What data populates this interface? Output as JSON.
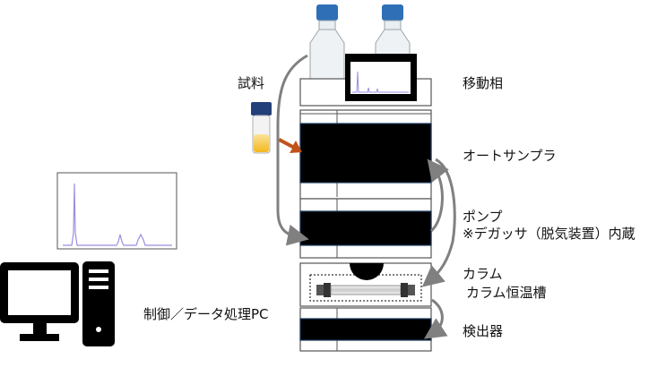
{
  "labels": {
    "sample": "試料",
    "mobile_phase": "移動相",
    "autosampler": "オートサンプラ",
    "pump": "ポンプ",
    "degasser": "※デガッサ（脱気装置）内蔵",
    "column": "カラム",
    "column_oven": "カラム恒温槽",
    "detector": "検出器",
    "pc": "制御／データ処理PC"
  },
  "colors": {
    "module_fill": "#000000",
    "module_border": "#1a3a5c",
    "flow_arrow": "#808080",
    "injection_arrow": "#c0521a",
    "cap": "#2e6fb5",
    "sample_cap": "#24407a",
    "sample_liquid": "#f2c230",
    "chromatogram_line": "#9c8ee0",
    "pc_icon": "#000000"
  },
  "icons": {
    "bottle": "solvent-bottle-icon",
    "vial": "sample-vial-icon",
    "column": "hplc-column-icon",
    "monitor": "monitor-icon",
    "tower": "pc-tower-icon",
    "chromatogram": "chromatogram-icon"
  }
}
